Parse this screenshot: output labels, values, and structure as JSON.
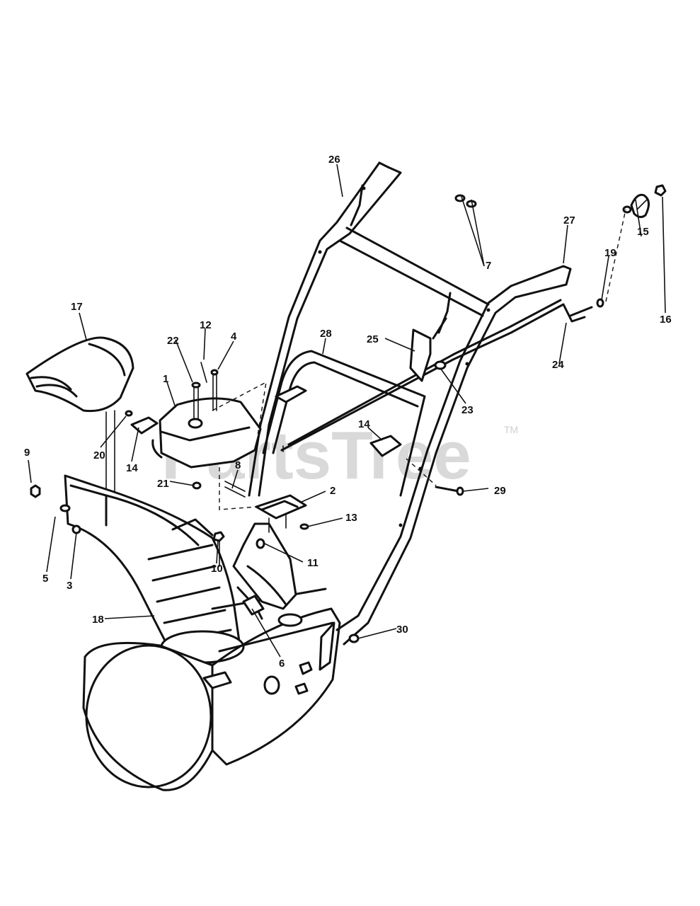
{
  "watermark": {
    "brand": "PartsTree",
    "trademark": "TM"
  },
  "callouts": [
    "1",
    "2",
    "3",
    "4",
    "5",
    "6",
    "7",
    "8",
    "9",
    "10",
    "11",
    "12",
    "13",
    "14",
    "14",
    "15",
    "16",
    "17",
    "18",
    "19",
    "20",
    "21",
    "22",
    "23",
    "24",
    "25",
    "26",
    "27",
    "28",
    "29",
    "30"
  ]
}
